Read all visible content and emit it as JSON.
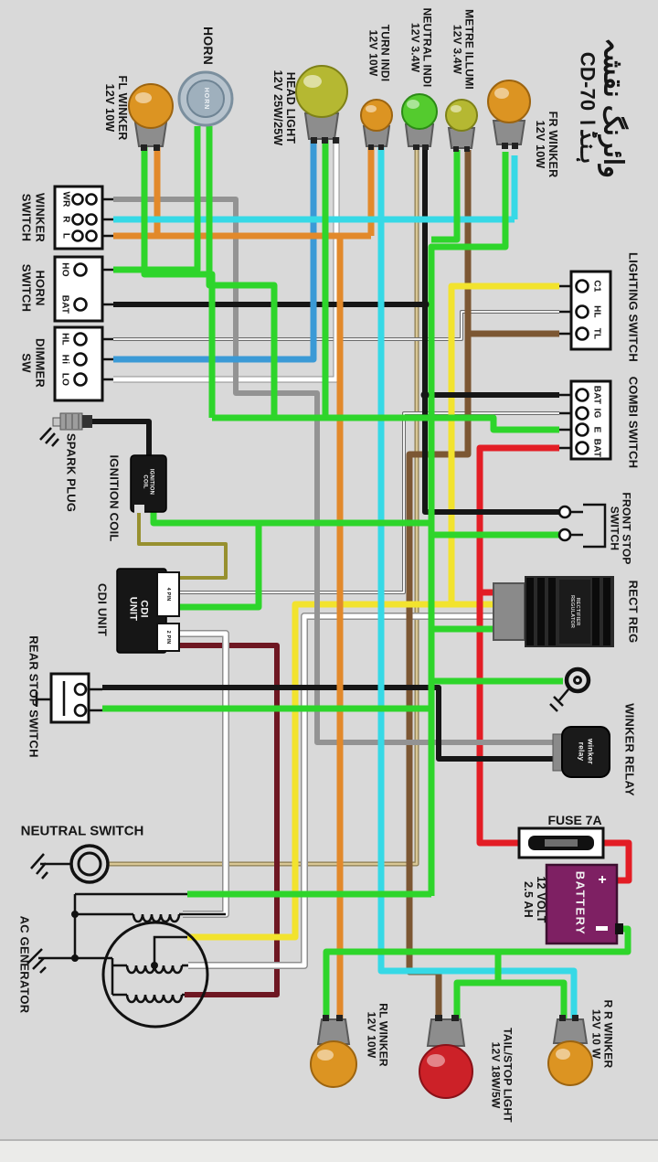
{
  "title": {
    "line1": "وائرنگ نقشہ",
    "line2": "CD-70 ہنڈا"
  },
  "wire_colors": {
    "green": "#2ed52b",
    "orange": "#e2892b",
    "cyan": "#36d9e6",
    "blue": "#3b9ad6",
    "yellow": "#f2e32e",
    "red": "#e31d25",
    "maroon": "#6e1722",
    "black": "#161616",
    "brown": "#7c5733",
    "gray": "#939393",
    "white": "#ffffff",
    "tan": "#d9c795",
    "olive": "#97902f"
  },
  "colors": {
    "bg": "#d9d9d9",
    "bulb_orange": "#dc9422",
    "bulb_yellowgreen": "#b5b832",
    "bulb_green": "#54cb2e",
    "bulb_red": "#cc2128",
    "battery": "#7e2063",
    "socket": "#8d8d8d",
    "horn_outer": "#b7c3cd",
    "horn_inner": "#9fb0bd"
  },
  "components": {
    "fl_winker": {
      "label": "FL WINKER",
      "spec": "12V 10W"
    },
    "horn": {
      "label": "HORN",
      "body": "HORN"
    },
    "head_light": {
      "label": "HEAD LIGHT",
      "spec": "12V 25W/25W"
    },
    "turn_indi": {
      "label": "TURN INDI",
      "spec": "12V 10W"
    },
    "neutral_indi": {
      "label": "NEUTRAL INDI",
      "spec": "12V 3.4W"
    },
    "metre_illumi": {
      "label": "METRE ILLUMI",
      "spec": "12V 3.4W"
    },
    "fr_winker": {
      "label": "FR WINKER",
      "spec": "12V 10W"
    },
    "winker_switch": {
      "label1": "WINKER",
      "label2": "SWITCH",
      "terminals": [
        "WR",
        "R",
        "L"
      ]
    },
    "horn_switch": {
      "label1": "HORN",
      "label2": "SWITCH",
      "terminals": [
        "HO",
        "BAT"
      ]
    },
    "dimmer_sw": {
      "label1": "DIMMER",
      "label2": "SW",
      "terminals": [
        "HL",
        "Hi",
        "LO"
      ]
    },
    "spark_plug": {
      "label": "SPARK PLUG"
    },
    "ignition_coil": {
      "label": "IGNITION COIL",
      "body1": "IGNITION",
      "body2": "COIL"
    },
    "cdi_unit": {
      "label": "CDI UNIT",
      "body1": "CDI",
      "body2": "UNIT",
      "pin1": "4 PIN",
      "pin2": "2 PIN"
    },
    "rear_stop_switch": {
      "label": "REAR STOP SWITCH"
    },
    "neutral_switch": {
      "label": "NEUTRAL SWITCH"
    },
    "ac_generator": {
      "label": "AC GENERATOR"
    },
    "lighting_switch": {
      "label": "LIGHTING SWITCH",
      "terminals": [
        "C1",
        "HL",
        "TL"
      ]
    },
    "combi_switch": {
      "label": "COMBI SWITCH",
      "terminals": [
        "BAT",
        "IG",
        "E",
        "BAT"
      ]
    },
    "front_stop_switch": {
      "label1": "FRONT STOP",
      "label2": "SWITCH"
    },
    "rect_reg": {
      "label": "RECT REG",
      "body1": "RECTIFIER",
      "body2": "REGULATOR"
    },
    "winker_relay": {
      "label": "WINKER RELAY",
      "body1": "winker",
      "body2": "relay"
    },
    "fuse": {
      "label": "FUSE 7A"
    },
    "battery": {
      "label": "BATTERY",
      "spec1": "12 VOLT",
      "spec2": "2.5 AH",
      "plus": "+"
    },
    "rl_winker": {
      "label": "RL WINKER",
      "spec": "12V 10W"
    },
    "tail_stop_light": {
      "label": "TAIL/STOP LIGHT",
      "spec": "12V 18W/5W"
    },
    "rr_winker": {
      "label": "R R WINKER",
      "spec": "12V 10 W"
    }
  }
}
